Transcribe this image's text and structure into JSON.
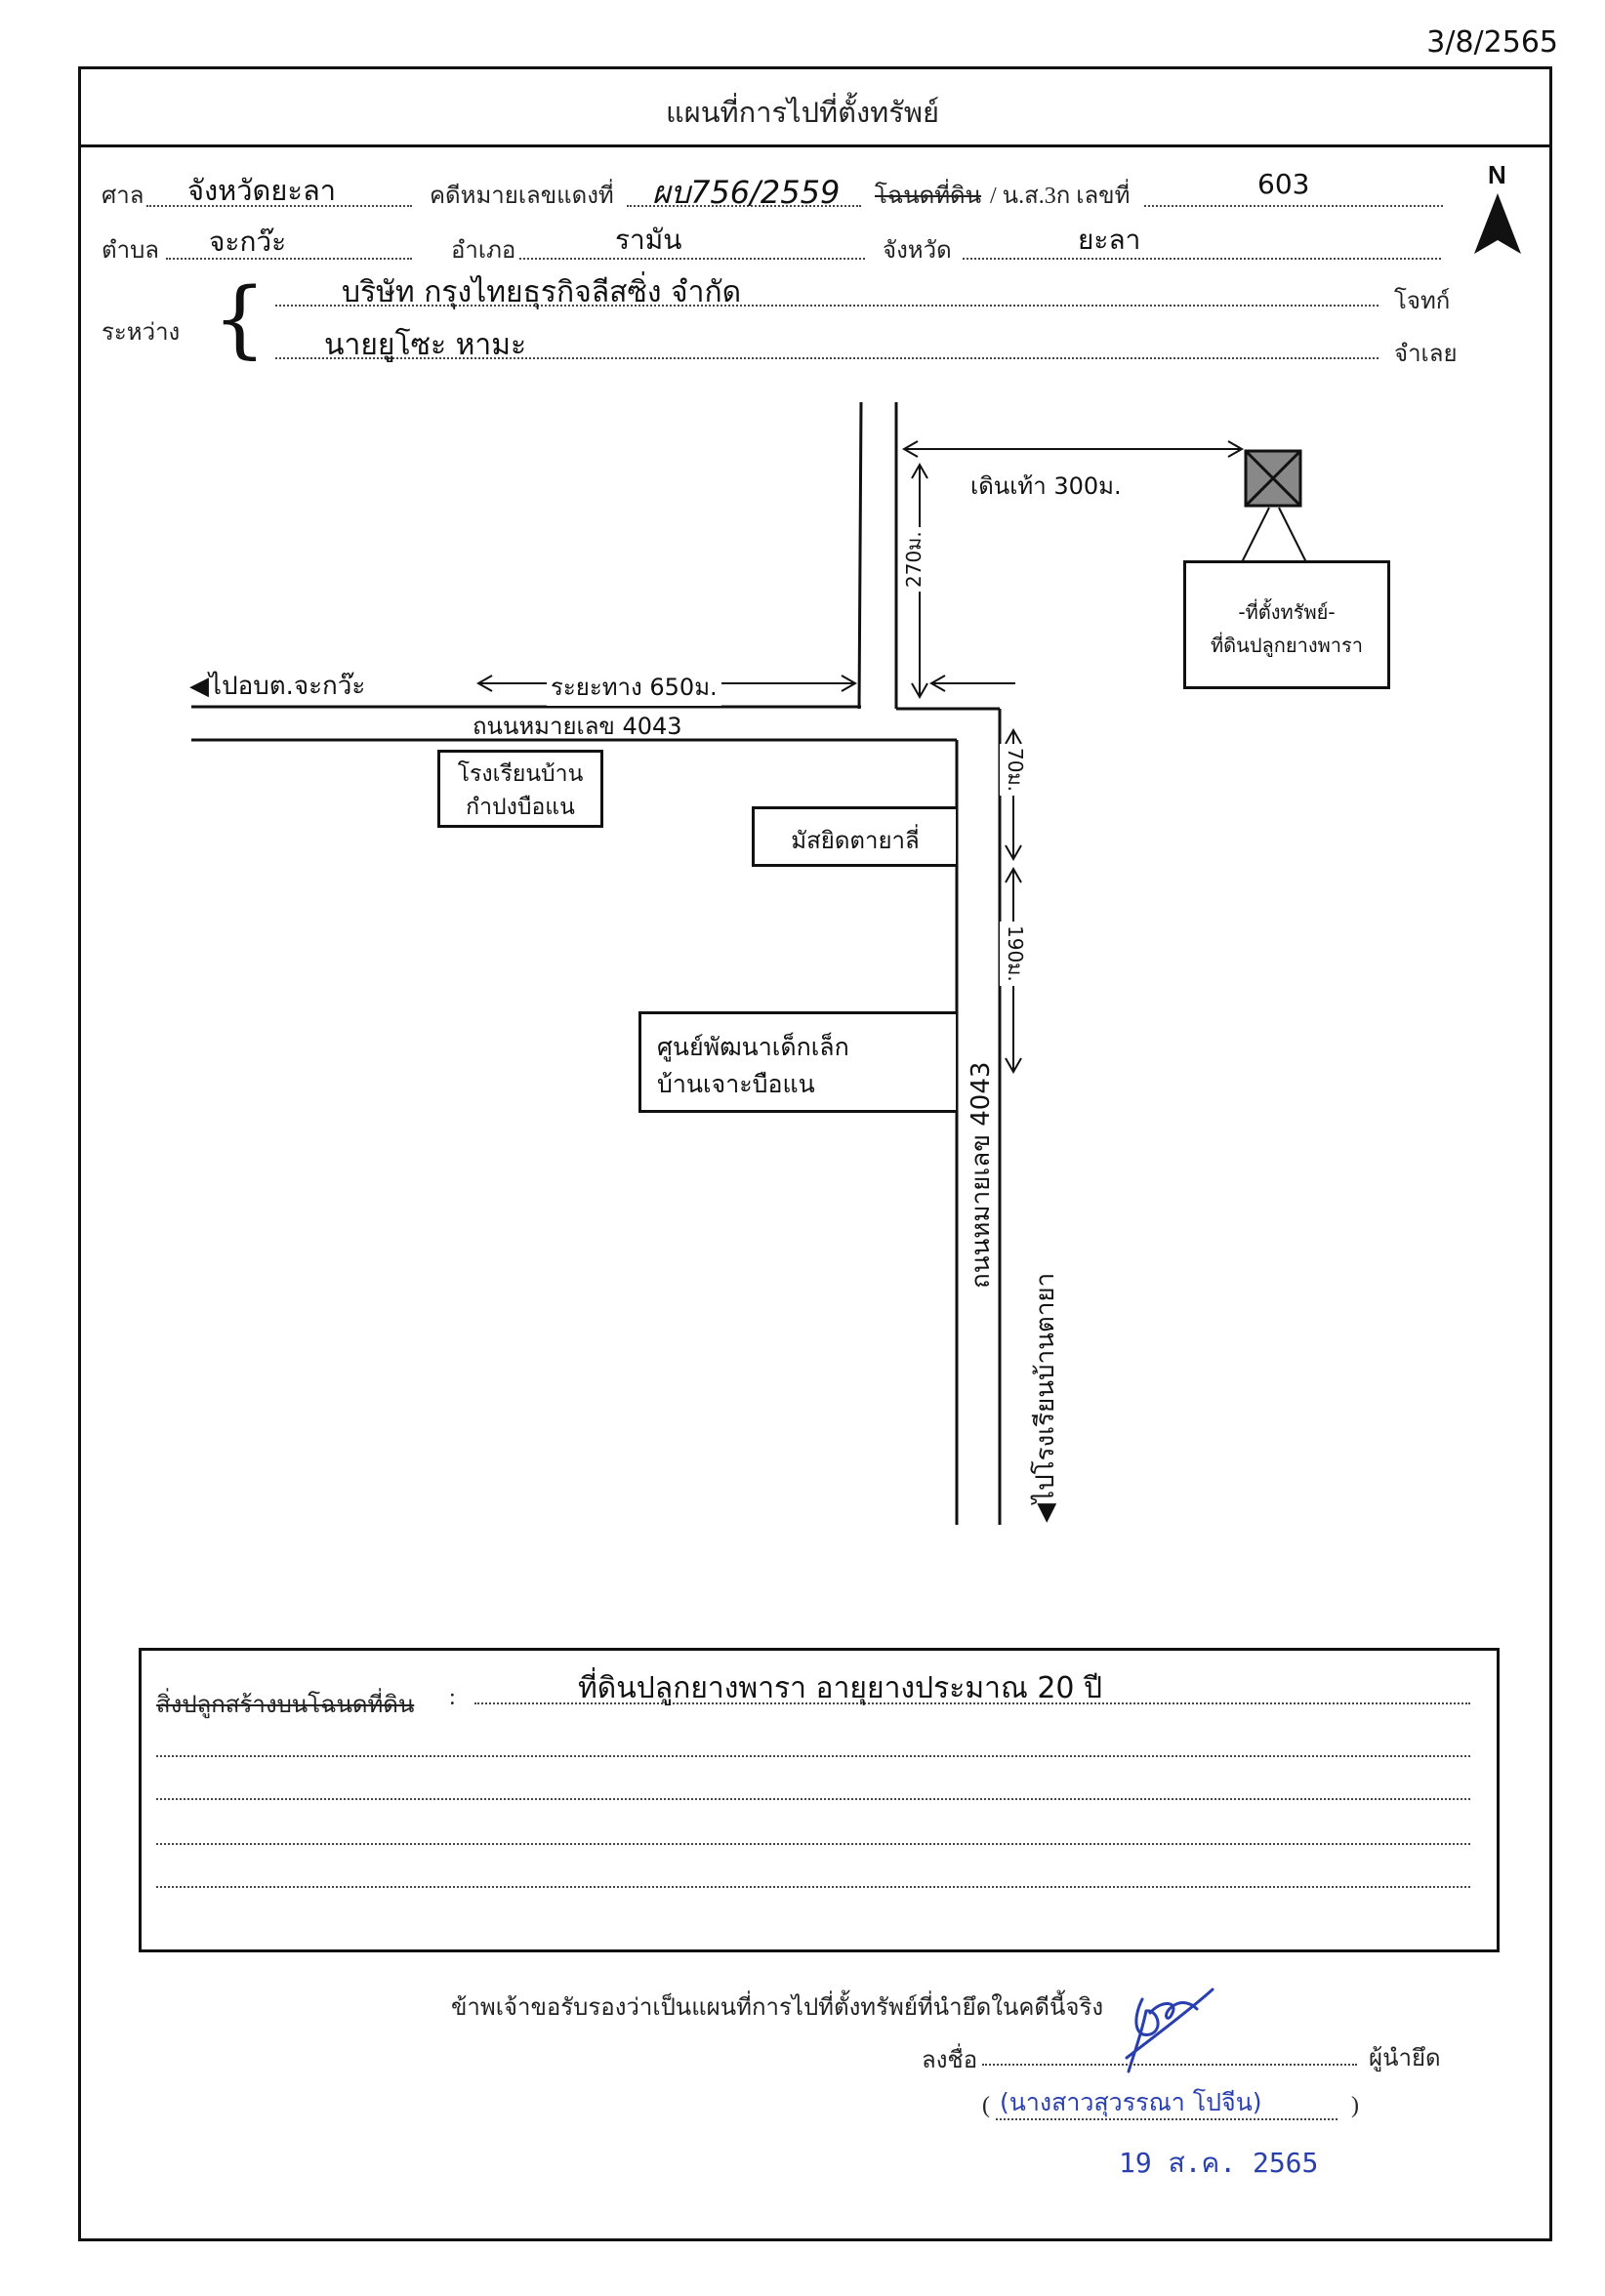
{
  "doc_date": "3/8/2565",
  "form_title": "แผนที่การไปที่ตั้งทรัพย์",
  "header": {
    "court_label": "ศาล",
    "court_value": "จังหวัดยะลา",
    "case_label": "คดีหมายเลขแดงที่",
    "case_value": "ผบ756/2559",
    "deed_struck": "โฉนดที่ดิน",
    "deed_label": "/ น.ส.3ก เลขที่",
    "deed_value": "603",
    "subdistrict_label": "ตำบล",
    "subdistrict_value": "จะกว๊ะ",
    "district_label": "อำเภอ",
    "district_value": "รามัน",
    "province_label": "จังหวัด",
    "province_value": "ยะลา",
    "between_label": "ระหว่าง",
    "plaintiff_value": "บริษัท กรุงไทยธุรกิจลีสซิ่ง จำกัด",
    "plaintiff_label": "โจทก์",
    "defendant_value": "นายยูโซะ หามะ",
    "defendant_label": "จำเลย",
    "north_label": "N"
  },
  "map": {
    "to_subdistrict": "◀ไปอบต.จะกว๊ะ",
    "distance_650": "ระยะทาง 650ม.",
    "road_horizontal": "ถนนหมายเลข 4043",
    "road_vertical": "ถนนหมายเลข 4043",
    "walk_300": "เดินเท้า 300ม.",
    "dist_270": "270ม.",
    "dist_70": "70ม.",
    "dist_190": "190ม.",
    "property_label_1": "-ที่ตั้งทรัพย์-",
    "property_label_2": "ที่ดินปลูกยางพารา",
    "school_1": "โรงเรียนบ้าน",
    "school_2": "กำปงบือแน",
    "mosque": "มัสยิดตายาลี่",
    "center_1": "ศูนย์พัฒนาเด็กเล็ก",
    "center_2": "บ้านเจาะบือแน",
    "to_school": "◀ไปโรงเรียนบ้านตายา"
  },
  "buildings": {
    "label_struck": "สิ่งปลูกสร้างบนโฉนดที่ดิน",
    "colon": ":",
    "value": "ที่ดินปลูกยางพารา อายุยางประมาณ 20 ปี"
  },
  "certification": {
    "statement": "ข้าพเจ้าขอรับรองว่าเป็นแผนที่การไปที่ตั้งทรัพย์ที่นำยึดในคดีนี้จริง",
    "sign_label": "ลงชื่อ",
    "role_label": "ผู้นำยึด",
    "open_paren": "(",
    "name": "(นางสาวสุวรรณา โปจีน)",
    "close_paren": ")",
    "stamp_date": "19 ส.ค. 2565"
  }
}
